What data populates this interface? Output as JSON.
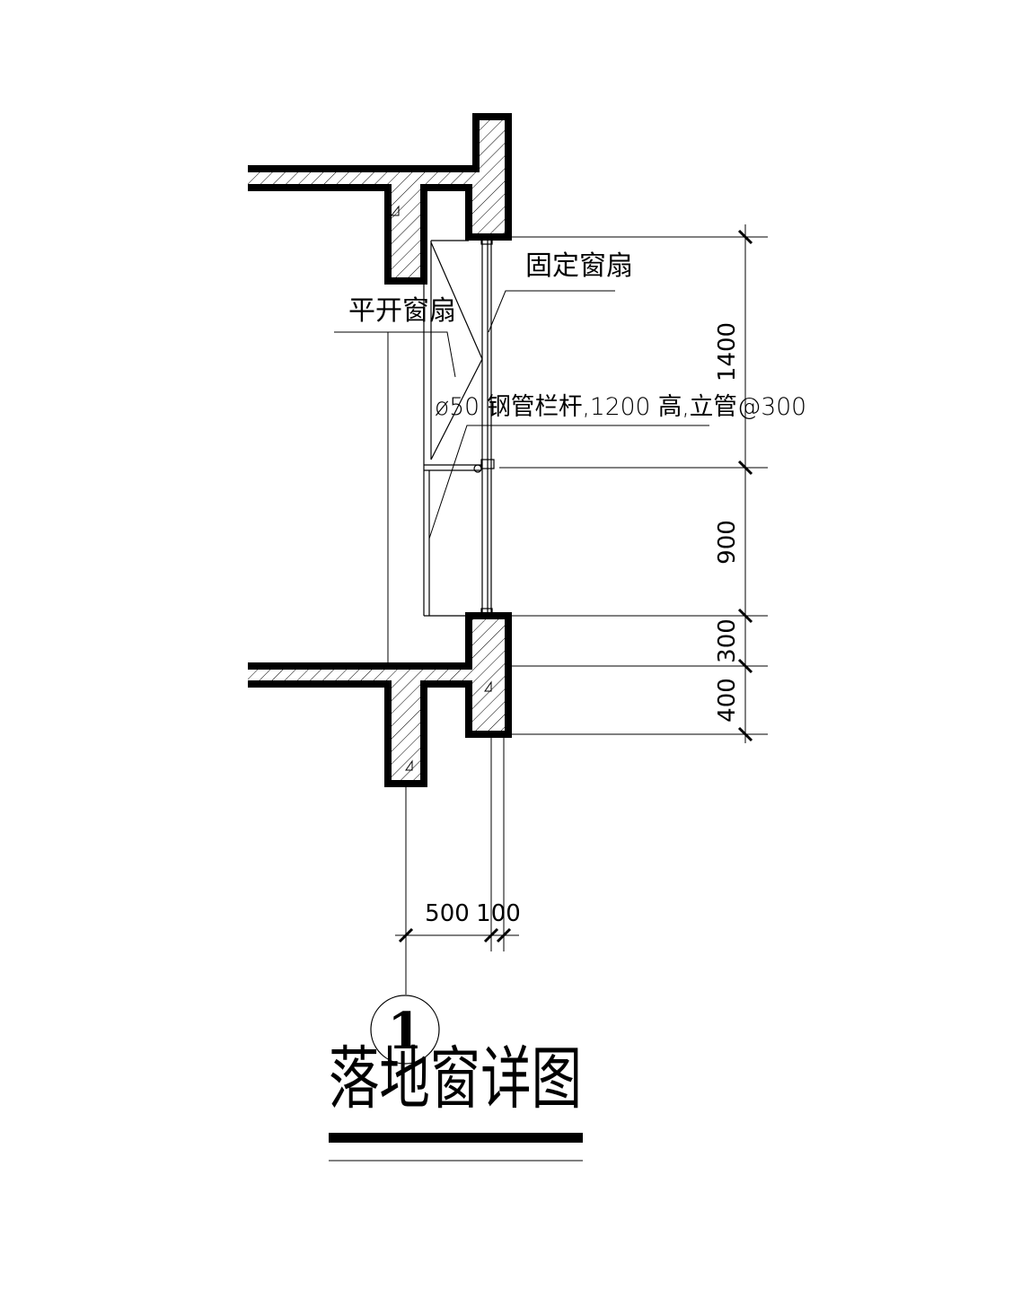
{
  "labels": {
    "fixed_sash": "固定窗扇",
    "casement_sash": "平开窗扇",
    "railing": "ø50 钢管栏杆,1200 高,立管@300"
  },
  "dimensions": {
    "vertical": [
      "1400",
      "900",
      "300",
      "400"
    ],
    "horizontal": [
      "500",
      "100"
    ]
  },
  "detail_number": "1",
  "title": "落地窗详图",
  "colors": {
    "line": "#000000",
    "background": "#ffffff"
  }
}
